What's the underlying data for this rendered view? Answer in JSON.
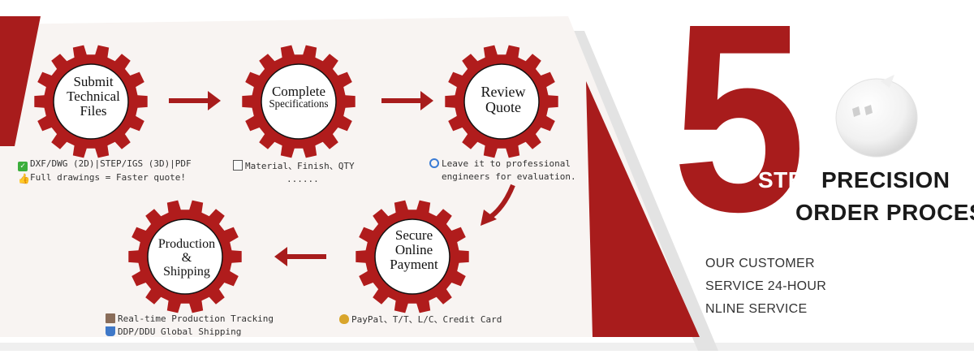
{
  "steps": [
    {
      "lines": [
        "Submit",
        "Technical",
        "Files"
      ]
    },
    {
      "lines": [
        "Complete",
        "Specifications"
      ]
    },
    {
      "lines": [
        "Review",
        "Quote"
      ]
    },
    {
      "lines": [
        "Secure",
        "Online",
        "Payment"
      ]
    },
    {
      "lines": [
        "Production",
        "&",
        "Shipping"
      ]
    }
  ],
  "captions": {
    "step1_line1": "DXF/DWG (2D)|STEP/IGS (3D)|PDF",
    "step1_line2": "Full drawings = Faster quote!",
    "step2_line1": "Material、Finish、QTY",
    "step2_line2": "......",
    "step3_line1": "Leave it to professional",
    "step3_line2": "engineers for evaluation.",
    "step4_line1": "PayPal、T/T、L/C、Credit Card",
    "step5_line1": "Real-time Production Tracking",
    "step5_line2": "DDP/DDU Global Shipping"
  },
  "headline": {
    "number": "5",
    "step": "STEP",
    "precision": "PRECISION",
    "order_process": "ORDER PROCESS"
  },
  "service": {
    "line1": "OUR CUSTOMER",
    "line2": "SERVICE 24-HOUR",
    "line3": "NLINE SERVICE"
  },
  "icons": {
    "step1_line1": "green-check-icon",
    "step1_line2": "thumbs-up-icon",
    "step2_line1": "memo-icon",
    "step3_line1": "magnifier-icon",
    "step4_line1": "money-bag-icon",
    "step5_line1": "factory-icon",
    "step5_line2": "ship-icon"
  },
  "colors": {
    "brand_red": "#b01c1c",
    "panel_bg": "#f7f3f1",
    "grey_stripe": "#e6e6e6",
    "text": "#333333"
  }
}
